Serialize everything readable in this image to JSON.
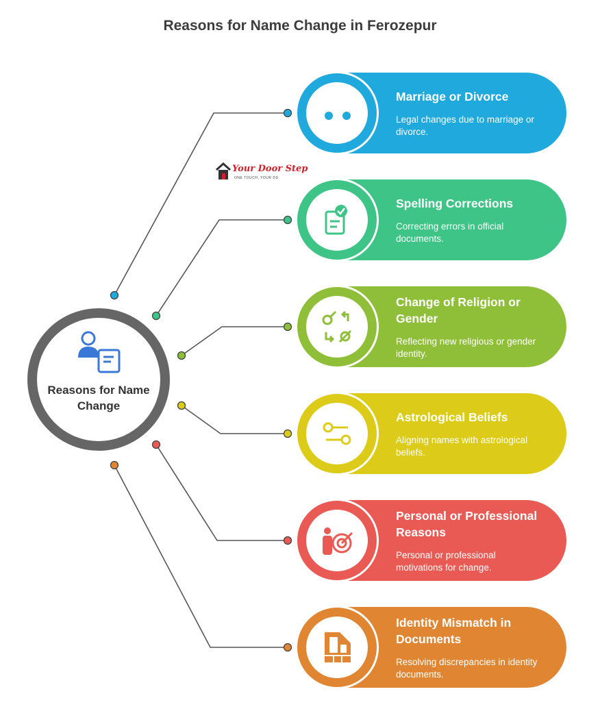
{
  "title": "Reasons for Name Change in Ferozepur",
  "center": {
    "label": "Reasons for Name Change",
    "icon": "person-document-icon"
  },
  "logo": {
    "text": "Your Door Step",
    "tagline": "ONE TOUCH, YOUR DS"
  },
  "items": [
    {
      "heading": "Marriage or Divorce",
      "description": "Legal changes due to marriage or divorce.",
      "color": "#20a9dc",
      "icon": "couple-broken-heart-icon"
    },
    {
      "heading": "Spelling Corrections",
      "description": "Correcting errors in official documents.",
      "color": "#3ec486",
      "icon": "document-checkmark-icon"
    },
    {
      "heading": "Change of Religion or Gender",
      "description": "Reflecting new religious or gender identity.",
      "color": "#8fbf38",
      "icon": "gender-swap-icon"
    },
    {
      "heading": "Astrological Beliefs",
      "description": "Aligning names with astrological beliefs.",
      "color": "#dccc19",
      "icon": "toggle-path-icon"
    },
    {
      "heading": "Personal or Professional Reasons",
      "description": "Personal or professional motivations for change.",
      "color": "#e85a53",
      "icon": "person-target-icon"
    },
    {
      "heading": "Identity Mismatch in Documents",
      "description": "Resolving discrepancies in identity documents.",
      "color": "#e08633",
      "icon": "broken-document-icon"
    }
  ]
}
